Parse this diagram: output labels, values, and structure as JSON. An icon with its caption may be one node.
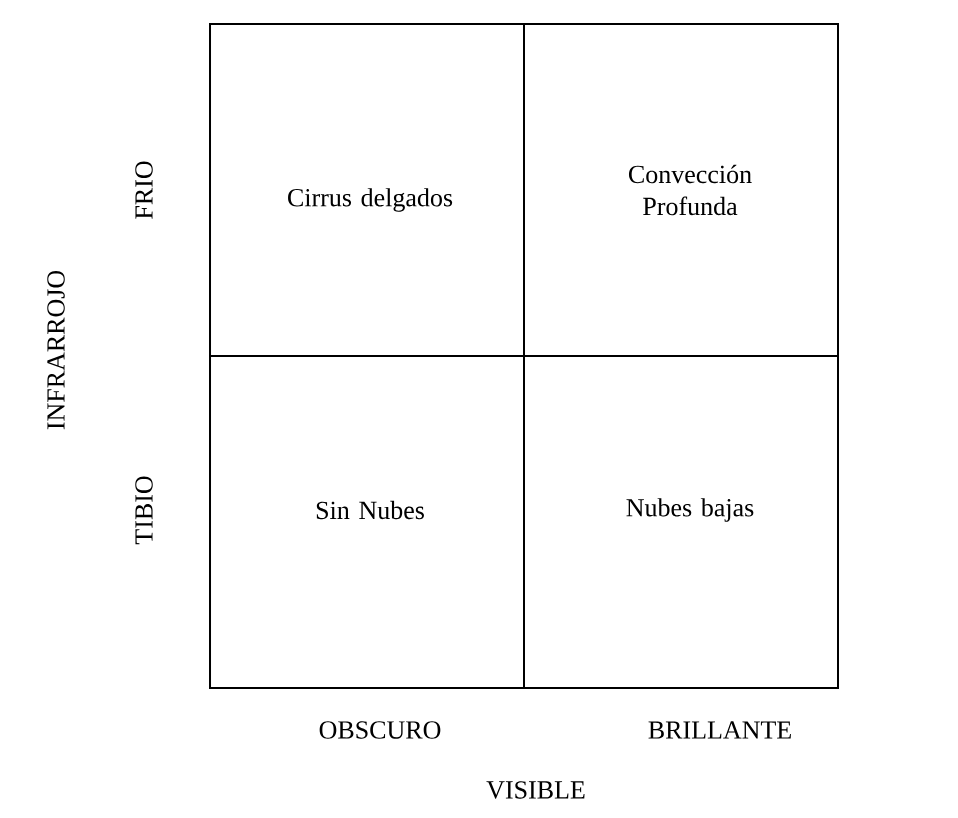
{
  "diagram": {
    "nodes": [
      {
        "text": [
          "Cirrus delgados"
        ]
      },
      {
        "text": [
          "Convección Profunda"
        ]
      },
      {
        "text": [
          "Sin Nubes"
        ]
      },
      {
        "text": [
          "Nubes bajas"
        ]
      }
    ],
    "labels": [
      "INFRARROJO",
      "FRIO",
      "TIBIO",
      "OBSCURO",
      "BRILLANTE",
      "VISIBLE"
    ]
  }
}
